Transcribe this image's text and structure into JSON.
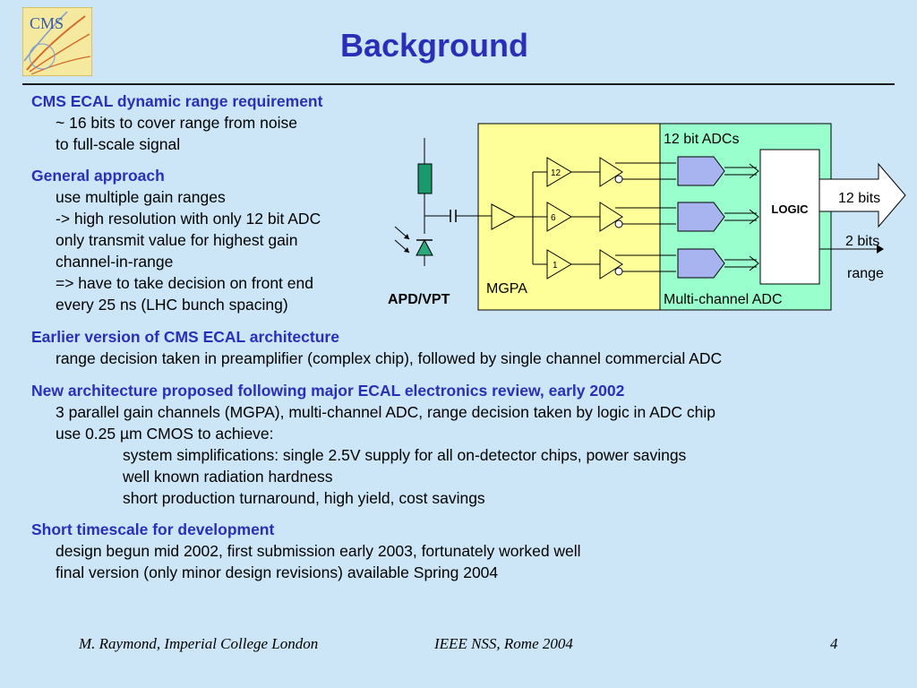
{
  "title": "Background",
  "sections": {
    "s1": {
      "heading": "CMS ECAL dynamic range requirement",
      "lines": [
        "~ 16 bits to cover range from noise",
        "to full-scale signal"
      ]
    },
    "s2": {
      "heading": "General approach",
      "lines": [
        "use multiple gain ranges",
        "-> high resolution with only 12 bit ADC",
        "only transmit value for highest gain",
        "channel-in-range",
        "=> have to take decision on front end",
        "every 25 ns (LHC bunch spacing)"
      ]
    },
    "s3": {
      "heading": "Earlier version of CMS ECAL architecture",
      "lines": [
        "range decision taken in preamplifier (complex chip), followed by single channel commercial ADC"
      ]
    },
    "s4": {
      "heading": "New architecture proposed following major ECAL electronics review, early 2002",
      "lines": [
        "3 parallel gain channels (MGPA), multi-channel ADC, range decision taken by logic in ADC chip",
        "use 0.25 µm CMOS to achieve:"
      ],
      "sublines": [
        "system simplifications: single 2.5V supply for all on-detector chips, power savings",
        "well known radiation hardness",
        "short production turnaround, high yield, cost savings"
      ]
    },
    "s5": {
      "heading": "Short timescale for development",
      "lines": [
        "design begun mid 2002, first submission early 2003, fortunately worked well",
        "final version (only minor design revisions) available Spring 2004"
      ]
    }
  },
  "diagram": {
    "apd_label": "APD/VPT",
    "mgpa_label": "MGPA",
    "adc_top_label": "12 bit ADCs",
    "adc_bottom_label": "Multi-channel ADC",
    "logic_label": "LOGIC",
    "gains": [
      "12",
      "6",
      "1"
    ],
    "out_bits": "12 bits",
    "out_range_bits": "2 bits",
    "out_range": "range",
    "colors": {
      "mgpa": "#ffff99",
      "adc": "#99ffcc",
      "adc_block": "#a8b4f0",
      "resistor": "#1a9a6a",
      "diode": "#2ca87a"
    }
  },
  "logo": {
    "text": "CMS"
  },
  "footer": {
    "author": "M. Raymond, Imperial College London",
    "conference": "IEEE NSS, Rome 2004",
    "page": "4"
  }
}
